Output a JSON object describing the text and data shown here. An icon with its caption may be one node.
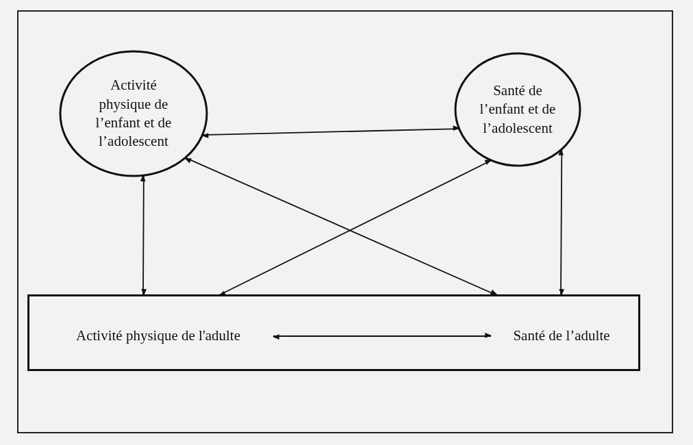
{
  "diagram": {
    "nodes": [
      {
        "text": [
          "Activité physique de l’enfant et de l’adolescent"
        ]
      },
      {
        "text": [
          "Santé de l’enfant et de l’adolescent"
        ]
      },
      {
        "text": [],
        "shape": "box"
      },
      {
        "text": [
          "Activité physique de l'adulte"
        ],
        "in": 2
      },
      {
        "text": [
          "Santé de l’adulte"
        ],
        "in": 2
      }
    ],
    "edges": [
      {
        "from": 0,
        "to": 1,
        "arrow": "both"
      },
      {
        "from": 0,
        "to": 2,
        "arrow": "both"
      },
      {
        "from": 0,
        "to": 2,
        "arrow": "both"
      },
      {
        "from": 1,
        "to": 2,
        "arrow": "both"
      },
      {
        "from": 1,
        "to": 2,
        "arrow": "both"
      },
      {
        "from": 3,
        "to": 4,
        "arrow": "both"
      }
    ]
  }
}
